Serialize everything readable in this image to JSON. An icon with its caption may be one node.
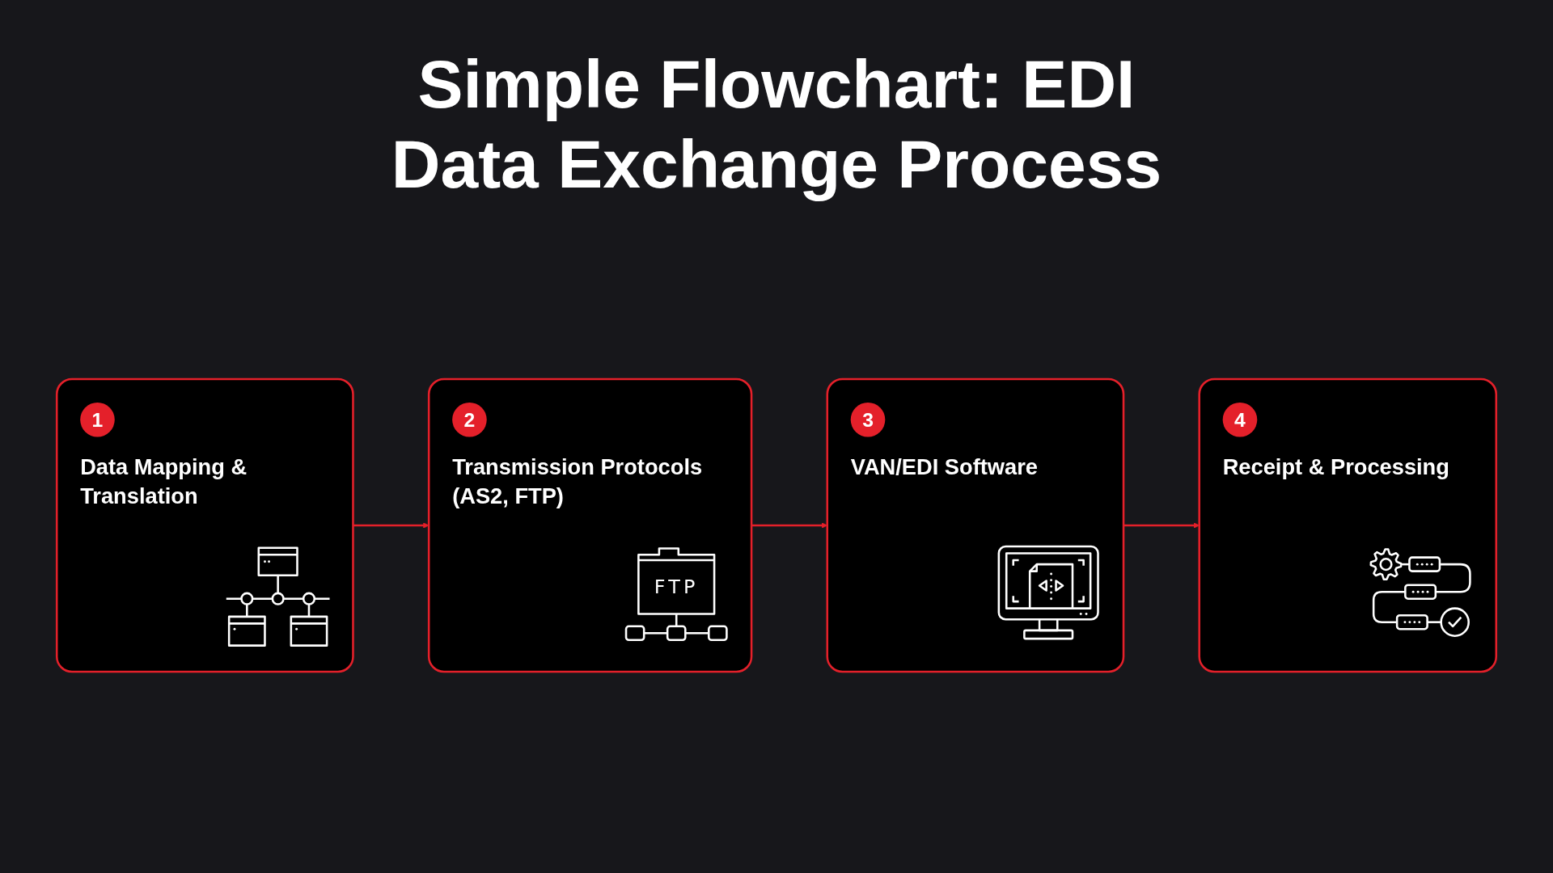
{
  "diagram": {
    "title": "Simple Flowchart: EDI Data Exchange Process",
    "nodes": [
      {
        "text": [
          "1",
          "Data Mapping & Translation"
        ]
      },
      {
        "text": [
          "2",
          "Transmission Protocols (AS2, FTP)",
          "FTP"
        ]
      },
      {
        "text": [
          "3",
          "VAN/EDI Software"
        ]
      },
      {
        "text": [
          "4",
          "Receipt & Processing"
        ]
      }
    ],
    "edges": [
      {
        "from": 0,
        "to": 1,
        "arrow": "to"
      },
      {
        "from": 1,
        "to": 2,
        "arrow": "to"
      },
      {
        "from": 2,
        "to": 3,
        "arrow": "to"
      }
    ]
  }
}
